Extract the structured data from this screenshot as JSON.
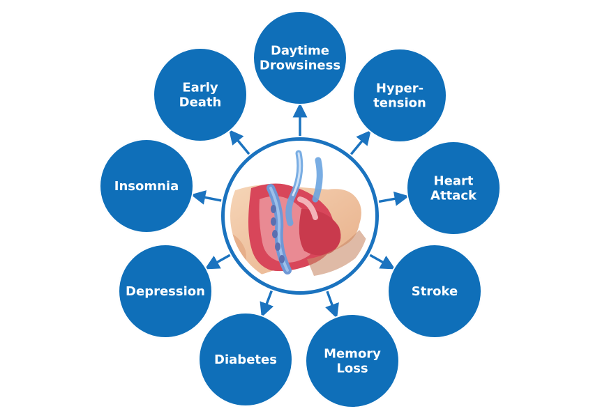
{
  "diagram": {
    "center_illustration": "sleep-apnea-airway-illustration",
    "colors": {
      "node_fill": "#0f6fb9",
      "node_stroke": "#ffffff",
      "connector": "#1b73bf",
      "center_ring": "#1b73bf",
      "skin": "#f2c9a6",
      "tissue": "#d8465a",
      "airway": "#6f98d6",
      "airflow": "#6aa4e0"
    },
    "nodes": [
      {
        "id": "daytime-drowsiness",
        "lines": [
          "Daytime",
          "Drowsiness"
        ]
      },
      {
        "id": "hypertension",
        "lines": [
          "Hyper-",
          "tension"
        ]
      },
      {
        "id": "heart-attack",
        "lines": [
          "Heart",
          "Attack"
        ]
      },
      {
        "id": "stroke",
        "lines": [
          "Stroke"
        ]
      },
      {
        "id": "memory-loss",
        "lines": [
          "Memory",
          "Loss"
        ]
      },
      {
        "id": "diabetes",
        "lines": [
          "Diabetes"
        ]
      },
      {
        "id": "depression",
        "lines": [
          "Depression"
        ]
      },
      {
        "id": "insomnia",
        "lines": [
          "Insomnia"
        ]
      },
      {
        "id": "early-death",
        "lines": [
          "Early",
          "Death"
        ]
      }
    ]
  }
}
